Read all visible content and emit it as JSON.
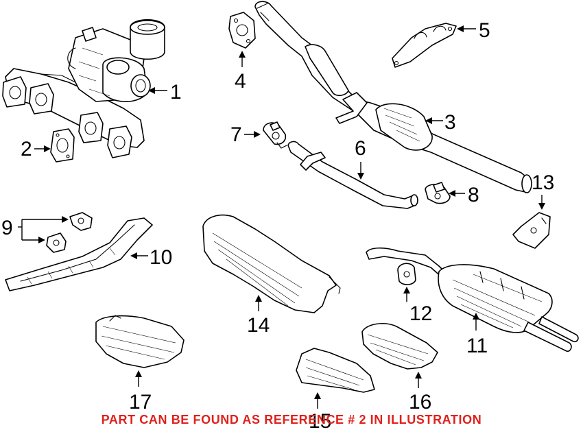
{
  "callouts": {
    "c1": "1",
    "c2": "2",
    "c3": "3",
    "c4": "4",
    "c5": "5",
    "c6": "6",
    "c7": "7",
    "c8": "8",
    "c9": "9",
    "c10": "10",
    "c11": "11",
    "c12": "12",
    "c13": "13",
    "c14": "14",
    "c15": "15",
    "c16": "16",
    "c17": "17"
  },
  "footer": {
    "note": "PART CAN BE FOUND AS REFERENCE # 2 IN ILLUSTRATION",
    "color": "#e0211b"
  }
}
